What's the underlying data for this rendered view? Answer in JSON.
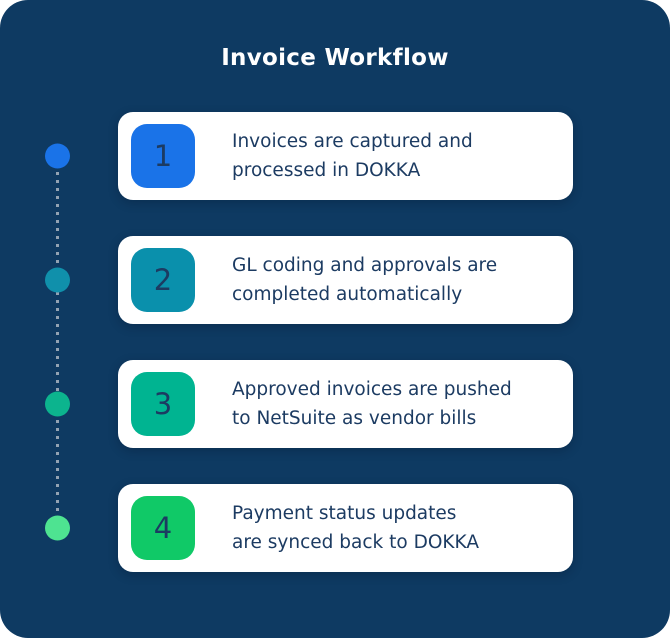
{
  "page": {
    "panel_color": "#0e3a62",
    "outside_color": "#ffffff",
    "text_navy": "#1c3b62",
    "card_color": "#ffffff"
  },
  "title": "Invoice Workflow",
  "timeline": {
    "connector_color": "#93a3b3"
  },
  "steps": [
    {
      "number": "1",
      "badge_color": "#1a73e8",
      "dot_color": "#1a73e8",
      "line1": "Invoices are captured and",
      "line2": "processed in DOKKA"
    },
    {
      "number": "2",
      "badge_color": "#0a90ac",
      "dot_color": "#1090ab",
      "line1": "GL coding and approvals are",
      "line2": "completed automatically"
    },
    {
      "number": "3",
      "badge_color": "#00b491",
      "dot_color": "#0cb48e",
      "line1": "Approved invoices are pushed",
      "line2": "to NetSuite as vendor bills"
    },
    {
      "number": "4",
      "badge_color": "#10c967",
      "dot_color": "#4ee391",
      "line1": "Payment status updates",
      "line2": "are synced back to DOKKA"
    }
  ]
}
